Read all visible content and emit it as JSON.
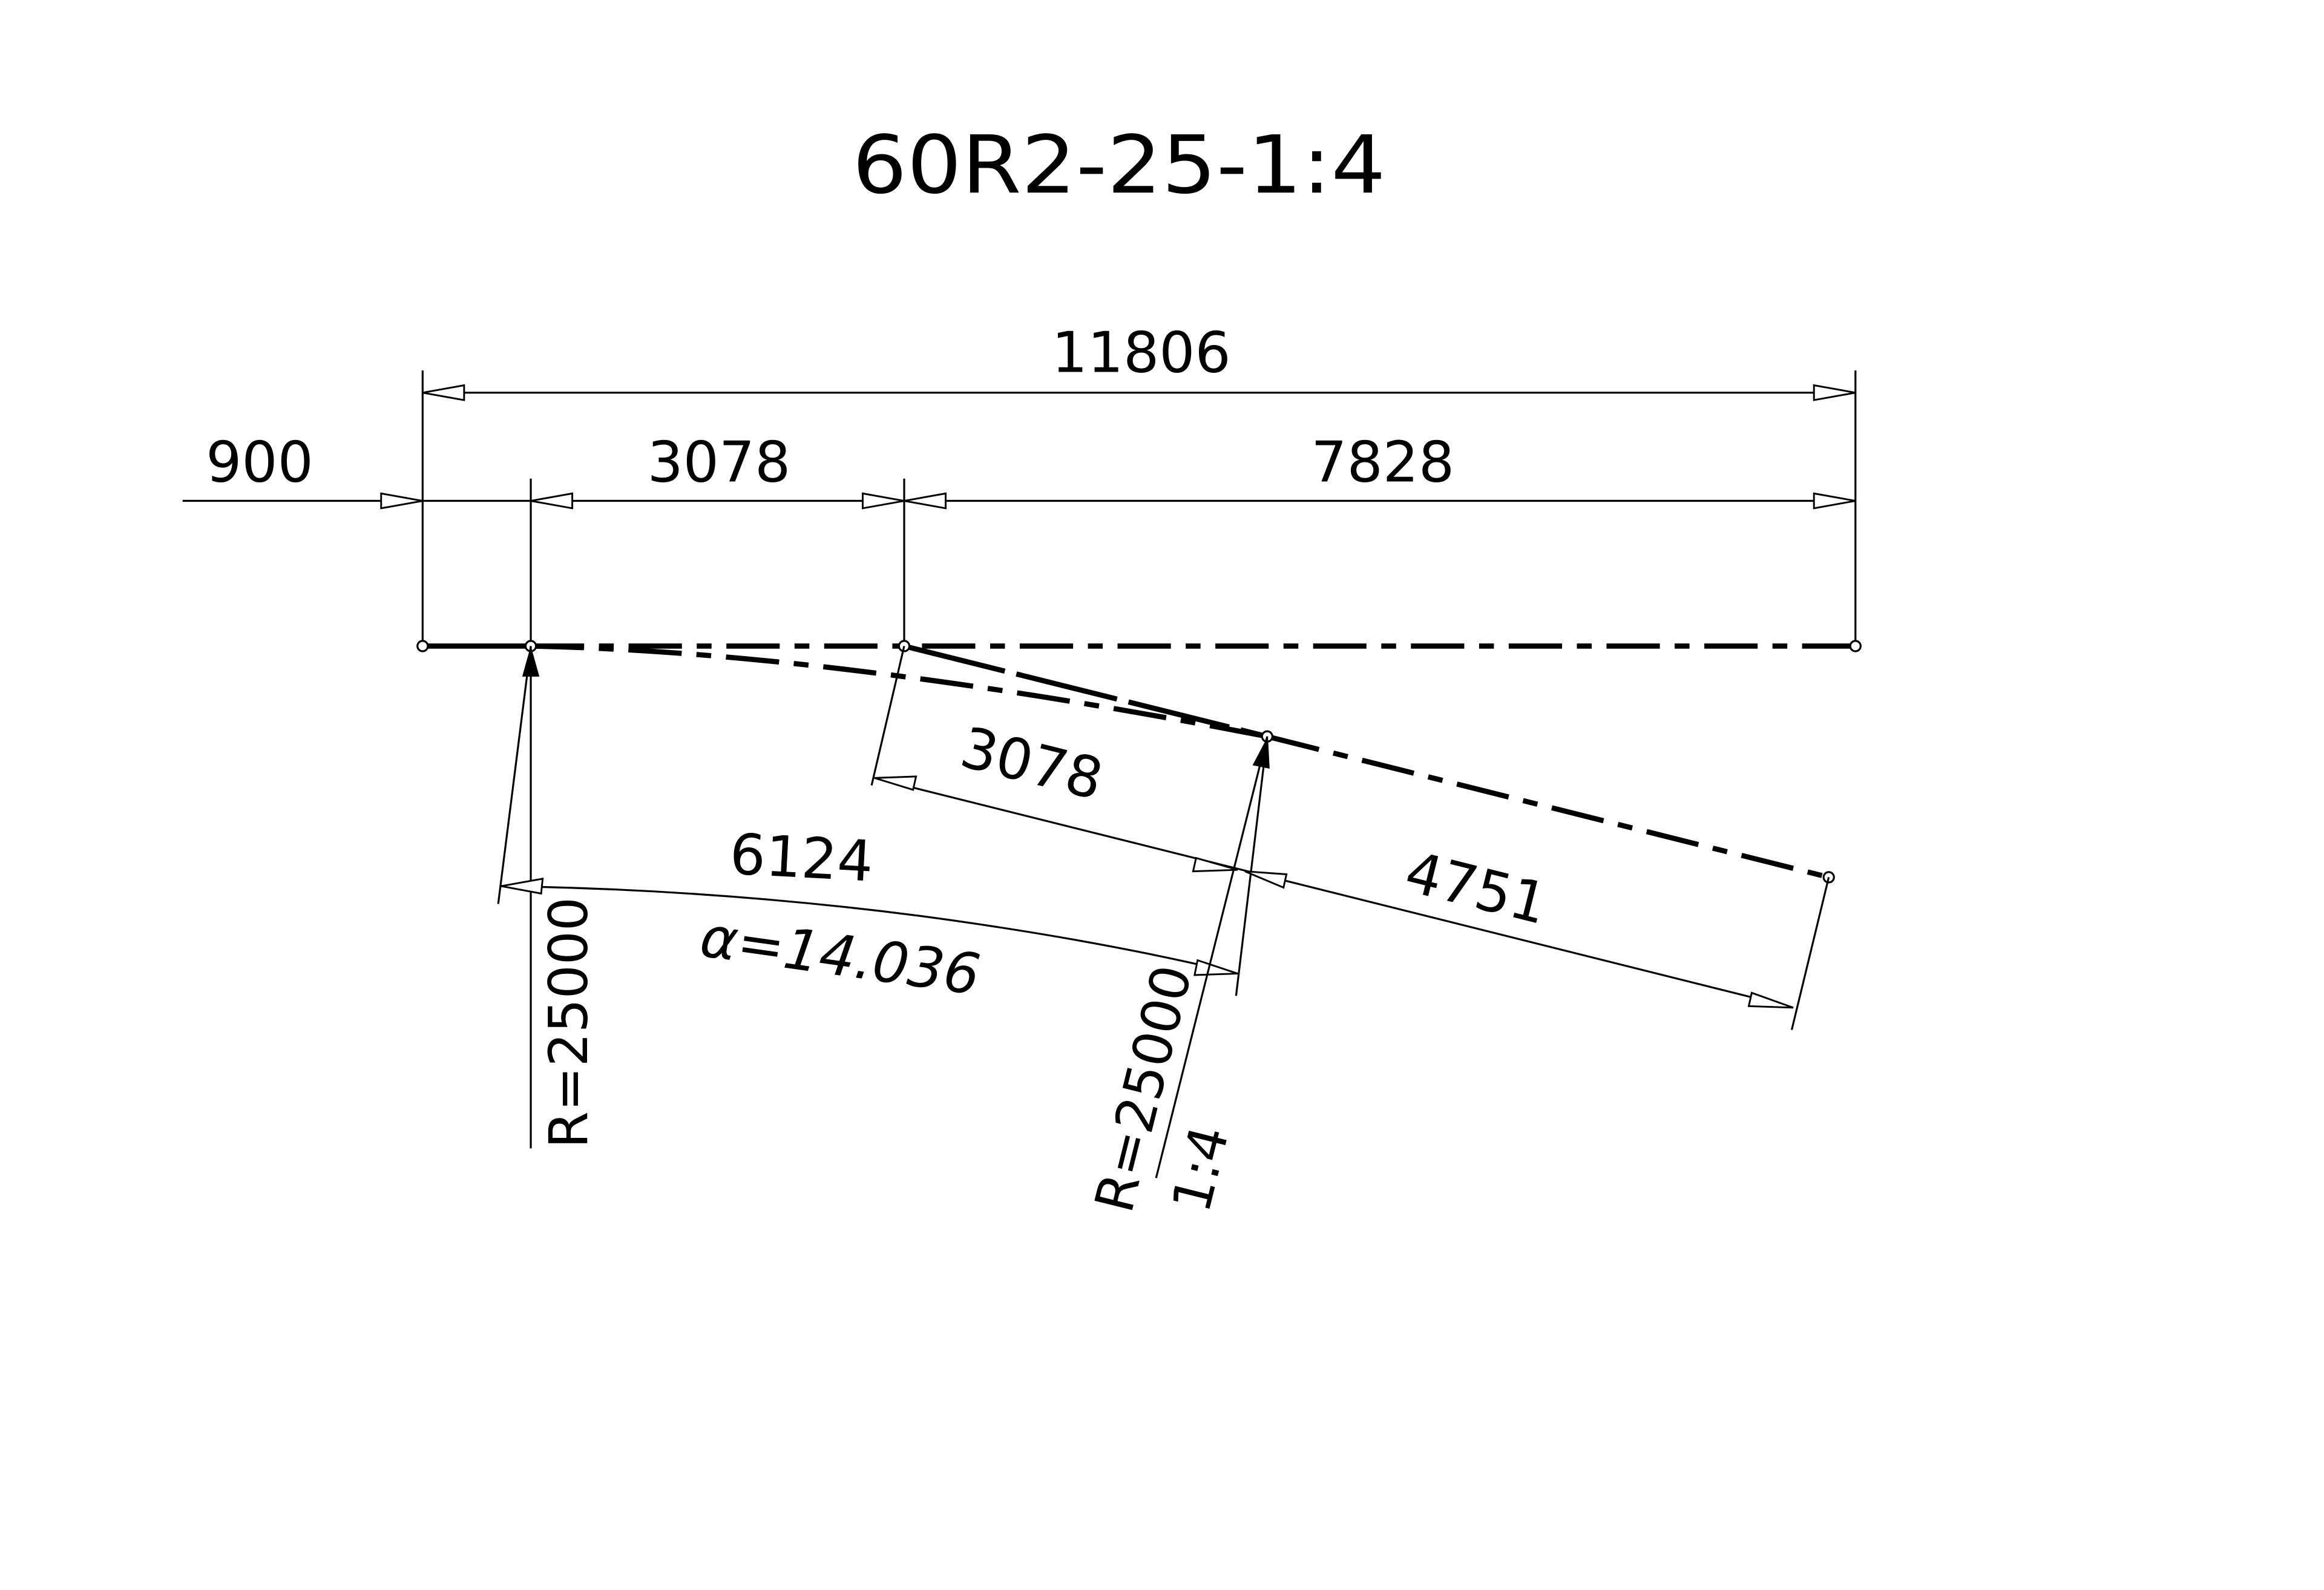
{
  "title": "60R2-25-1:4",
  "dimensions": {
    "overall": "11806",
    "offset": "900",
    "lead": "3078",
    "straight_tail": "7828",
    "diverging_lead": "3078",
    "diverging_tail": "4751",
    "arc_length": "6124",
    "angle": "α=14.036",
    "radius_main": "R=25000",
    "radius_diverging": "R=25000",
    "ratio": "1:4"
  }
}
